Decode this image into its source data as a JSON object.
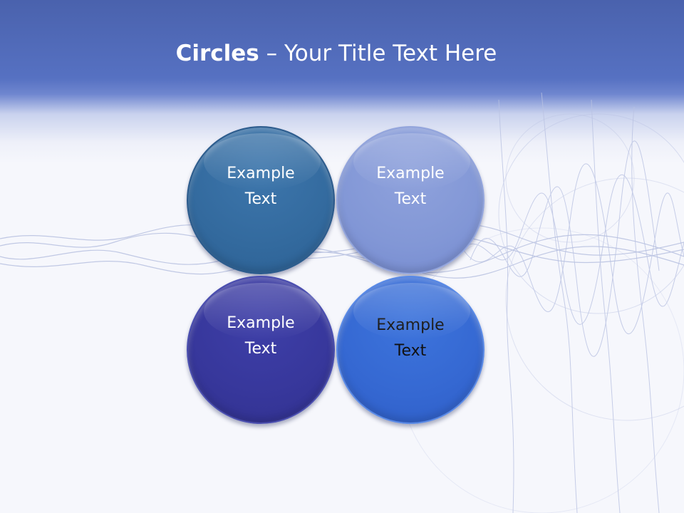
{
  "slide": {
    "title_bold": "Circles",
    "title_rest": " – Your Title Text Here"
  },
  "circles": [
    {
      "line1": "Example",
      "line2": "Text",
      "color": "#336a9e",
      "text_color": "#ffffff"
    },
    {
      "line1": "Example",
      "line2": "Text",
      "color": "#8297d6",
      "text_color": "#ffffff"
    },
    {
      "line1": "Example",
      "line2": "Text",
      "color": "#37379b",
      "text_color": "#ffffff"
    },
    {
      "line1": "Example",
      "line2": "Text",
      "color": "#3568d2",
      "text_color": "#111111"
    }
  ],
  "colors": {
    "header_band": "#5671c2",
    "background": "#f6f7fc",
    "wave_lines": "#b7c0e0"
  }
}
